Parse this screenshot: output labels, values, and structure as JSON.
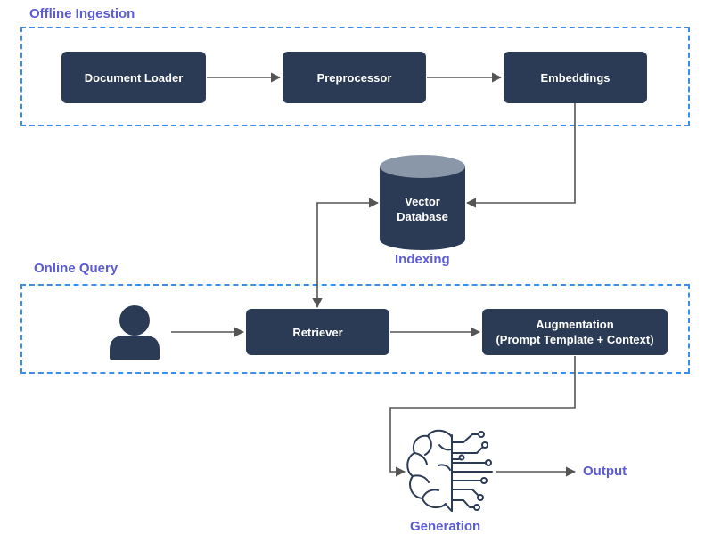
{
  "groups": {
    "offline_title": "Offline Ingestion",
    "online_title": "Online Query"
  },
  "nodes": {
    "document_loader": "Document Loader",
    "preprocessor": "Preprocessor",
    "embeddings": "Embeddings",
    "vector_db_line1": "Vector",
    "vector_db_line2": "Database",
    "retriever": "Retriever",
    "augmentation_line1": "Augmentation",
    "augmentation_line2": "(Prompt Template + Context)"
  },
  "stage_labels": {
    "indexing": "Indexing",
    "generation": "Generation",
    "output": "Output"
  },
  "icons": {
    "user": "user-icon",
    "brain": "brain-circuit-icon",
    "database": "database-cylinder-icon"
  },
  "colors": {
    "node_fill": "#2b3a55",
    "group_border": "#3d8ee8",
    "label_text": "#5b5bd6",
    "arrow": "#555555",
    "db_top": "#8a97a8"
  }
}
